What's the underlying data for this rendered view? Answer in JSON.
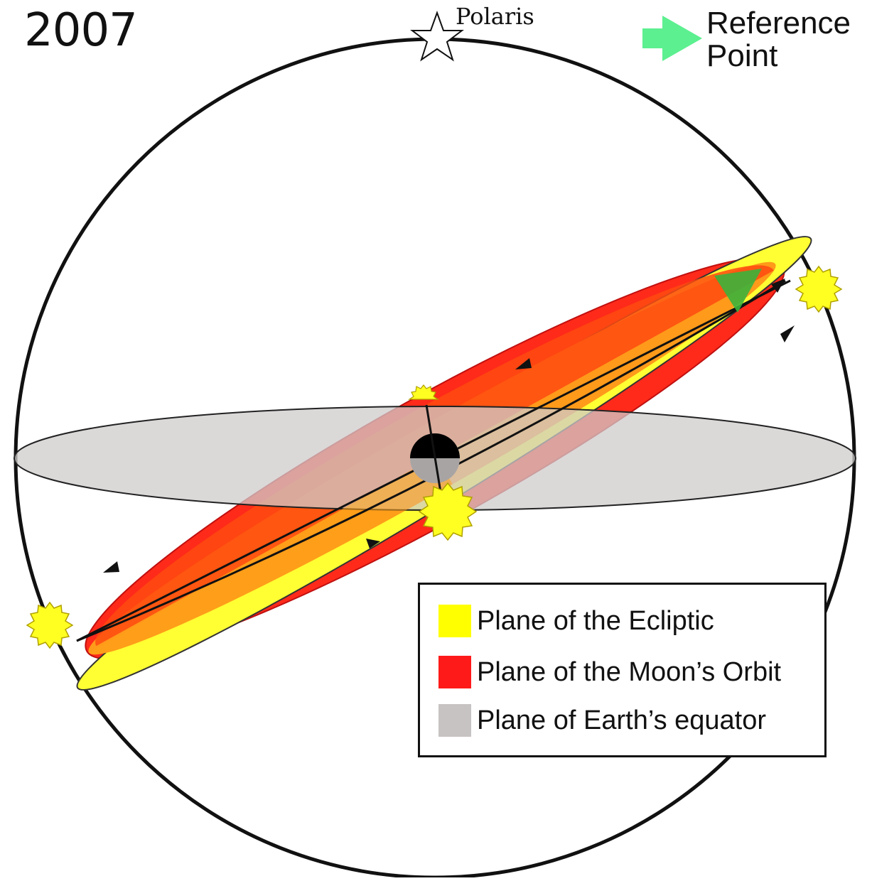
{
  "year": "2007",
  "polaris_label": "Polaris",
  "reference_point": {
    "line1": "Reference",
    "line2": "Point",
    "color": "#4cf08a"
  },
  "legend": [
    {
      "label": "Plane of the Ecliptic",
      "color": "#ffff00",
      "icon": "yellow-swatch"
    },
    {
      "label": "Plane of the Moon’s Orbit",
      "color": "#ff1a1a",
      "icon": "red-swatch"
    },
    {
      "label": "Plane of Earth’s equator",
      "color": "#c8c3c3",
      "icon": "gray-swatch"
    }
  ],
  "colors": {
    "ecliptic": "#ffff33",
    "moon_orbit": "#ff2a1a",
    "overlap": "#ff8c1a",
    "equator": "#cfcbcb",
    "sun": "#ffff22"
  }
}
